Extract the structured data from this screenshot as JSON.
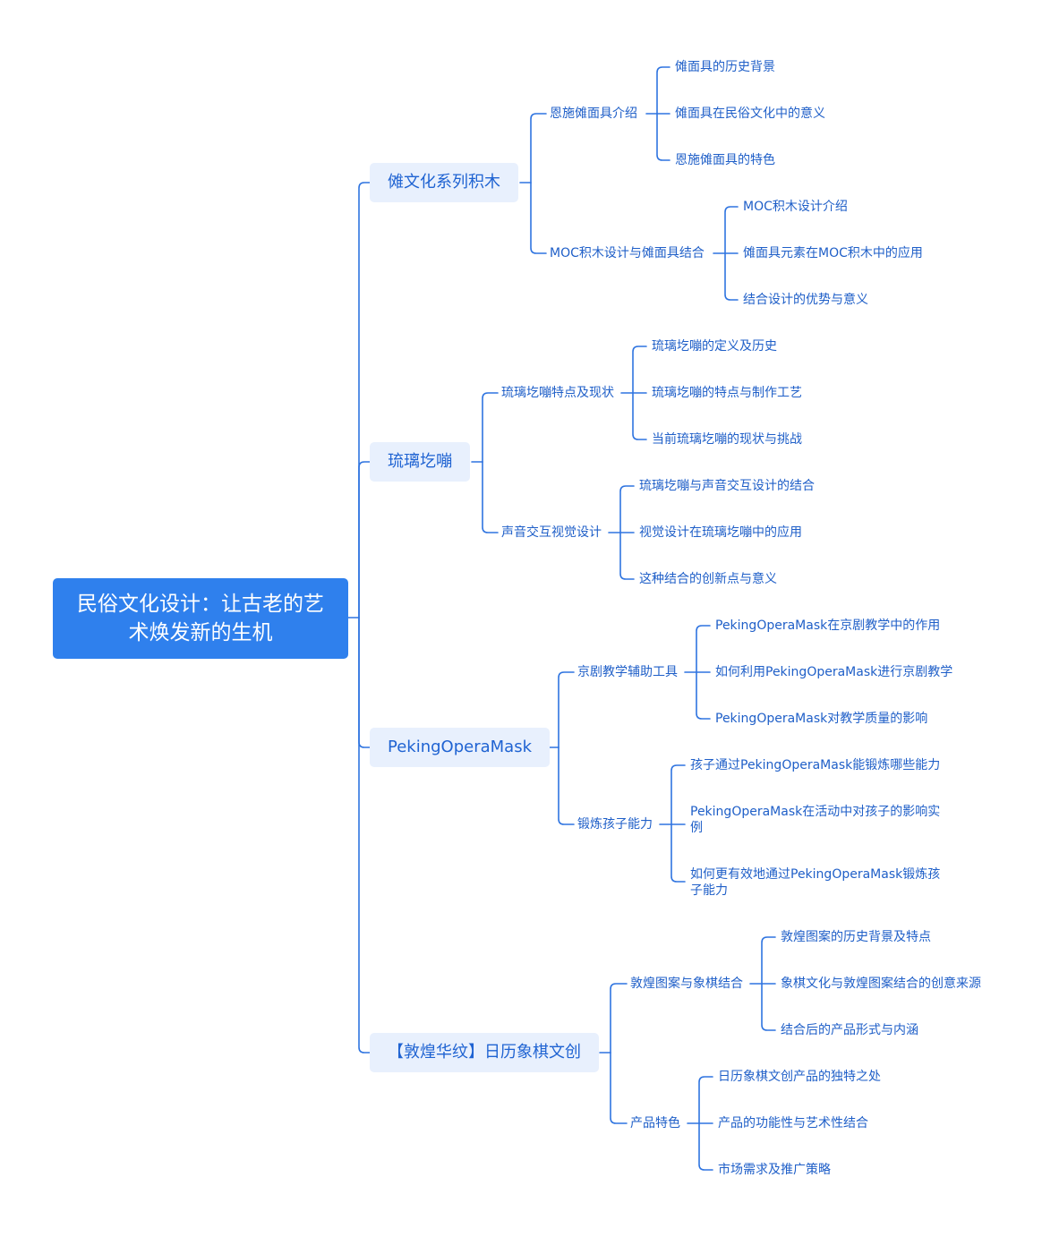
{
  "diagram": {
    "line_color": "#2f74e0",
    "root_color": "#2f80ed",
    "branch_bg": "#e8f0fd",
    "text_color": "#1f5fc8",
    "root": {
      "label": "民俗文化设计：让古老的艺术焕发新的生机",
      "children": [
        {
          "label": "傩文化系列积木",
          "children": [
            {
              "label": "恩施傩面具介绍",
              "children": [
                {
                  "label": "傩面具的历史背景"
                },
                {
                  "label": "傩面具在民俗文化中的意义"
                },
                {
                  "label": "恩施傩面具的特色"
                }
              ]
            },
            {
              "label": "MOC积木设计与傩面具结合",
              "children": [
                {
                  "label": "MOC积木设计介绍"
                },
                {
                  "label": "傩面具元素在MOC积木中的应用"
                },
                {
                  "label": "结合设计的优势与意义"
                }
              ]
            }
          ]
        },
        {
          "label": "琉璃圪嘣",
          "children": [
            {
              "label": "琉璃圪嘣特点及现状",
              "children": [
                {
                  "label": "琉璃圪嘣的定义及历史"
                },
                {
                  "label": "琉璃圪嘣的特点与制作工艺"
                },
                {
                  "label": "当前琉璃圪嘣的现状与挑战"
                }
              ]
            },
            {
              "label": "声音交互视觉设计",
              "children": [
                {
                  "label": "琉璃圪嘣与声音交互设计的结合"
                },
                {
                  "label": "视觉设计在琉璃圪嘣中的应用"
                },
                {
                  "label": "这种结合的创新点与意义"
                }
              ]
            }
          ]
        },
        {
          "label": "PekingOperaMask",
          "children": [
            {
              "label": "京剧教学辅助工具",
              "children": [
                {
                  "label": "PekingOperaMask在京剧教学中的作用"
                },
                {
                  "label": "如何利用PekingOperaMask进行京剧教学"
                },
                {
                  "label": "PekingOperaMask对教学质量的影响"
                }
              ]
            },
            {
              "label": "锻炼孩子能力",
              "children": [
                {
                  "label": "孩子通过PekingOperaMask能锻炼哪些能力"
                },
                {
                  "label": "PekingOperaMask在活动中对孩子的影响实例"
                },
                {
                  "label": "如何更有效地通过PekingOperaMask锻炼孩子能力"
                }
              ]
            }
          ]
        },
        {
          "label": "【敦煌华纹】日历象棋文创",
          "children": [
            {
              "label": "敦煌图案与象棋结合",
              "children": [
                {
                  "label": "敦煌图案的历史背景及特点"
                },
                {
                  "label": "象棋文化与敦煌图案结合的创意来源"
                },
                {
                  "label": "结合后的产品形式与内涵"
                }
              ]
            },
            {
              "label": "产品特色",
              "children": [
                {
                  "label": "日历象棋文创产品的独特之处"
                },
                {
                  "label": "产品的功能性与艺术性结合"
                },
                {
                  "label": "市场需求及推广策略"
                }
              ]
            }
          ]
        }
      ]
    }
  }
}
